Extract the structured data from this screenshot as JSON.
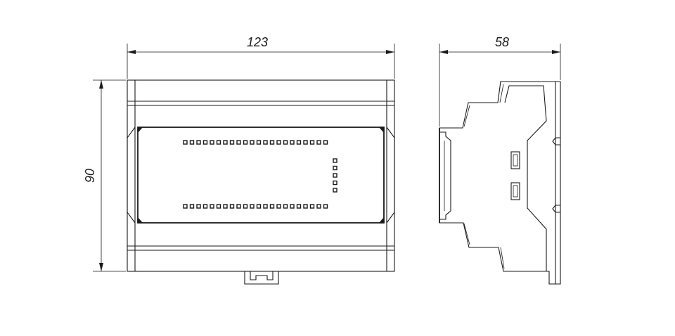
{
  "front_view": {
    "width_dimension": "123",
    "height_dimension": "90",
    "top_led_count": 22,
    "bottom_led_count": 22,
    "side_led_count": 5
  },
  "side_view": {
    "depth_dimension": "58"
  }
}
